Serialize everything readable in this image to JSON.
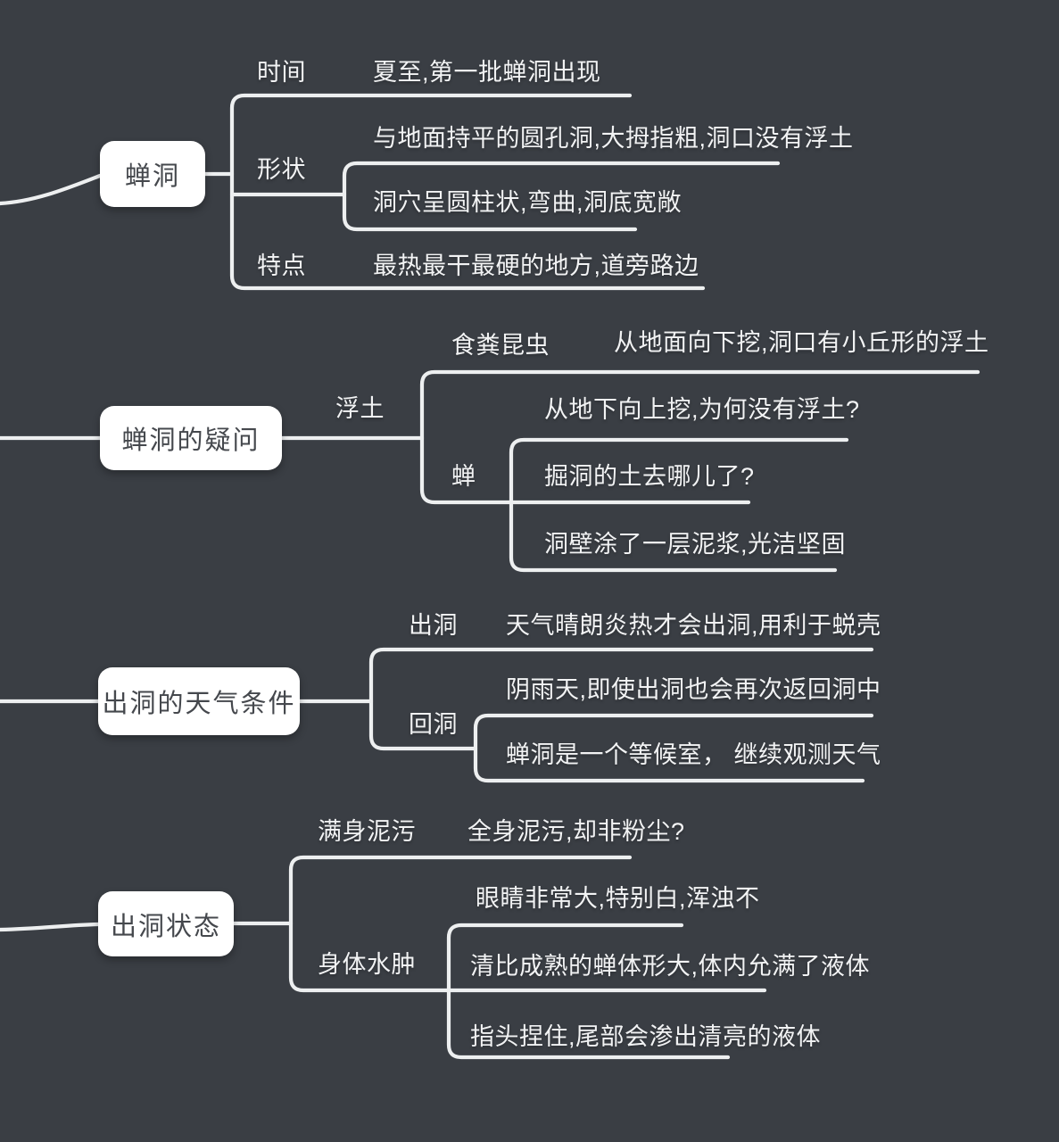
{
  "theme": {
    "background_color": "#3a3e44",
    "connector_color": "#edeff0",
    "topic_box_fill": "#ffffff",
    "topic_box_text_color": "#45484d",
    "text_color": "#f2f3f4"
  },
  "mindmap": {
    "branches": [
      {
        "title": "蝉洞",
        "children": [
          {
            "label": "时间",
            "leaves": [
              "夏至,第一批蝉洞出现"
            ]
          },
          {
            "label": "形状",
            "leaves": [
              "与地面持平的圆孔洞,大拇指粗,洞口没有浮土",
              "洞穴呈圆柱状,弯曲,洞底宽敞"
            ]
          },
          {
            "label": "特点",
            "leaves": [
              "最热最干最硬的地方,道旁路边"
            ]
          }
        ]
      },
      {
        "title": "蝉洞的疑问",
        "children": [
          {
            "label": "浮土",
            "children": [
              {
                "label": "食粪昆虫",
                "leaves": [
                  "从地面向下挖,洞口有小丘形的浮土"
                ]
              },
              {
                "label": "蝉",
                "leaves": [
                  "从地下向上挖,为何没有浮土?",
                  "掘洞的土去哪儿了?",
                  "洞壁涂了一层泥浆,光洁坚固"
                ]
              }
            ]
          }
        ]
      },
      {
        "title": "出洞的天气条件",
        "children": [
          {
            "label": "出洞",
            "leaves": [
              "天气晴朗炎热才会出洞,用利于蜕壳"
            ]
          },
          {
            "label": "回洞",
            "leaves": [
              "阴雨天,即使出洞也会再次返回洞中",
              "蝉洞是一个等候室， 继续观测天气"
            ]
          }
        ]
      },
      {
        "title": "出洞状态",
        "children": [
          {
            "label": "满身泥污",
            "leaves": [
              "全身泥污,却非粉尘?"
            ]
          },
          {
            "label": "身体水肿",
            "leaves": [
              "眼睛非常大,特别白,浑浊不",
              "清比成熟的蝉体形大,体内允满了液体",
              "指头捏住,尾部会渗出清亮的液体"
            ]
          }
        ]
      }
    ]
  }
}
